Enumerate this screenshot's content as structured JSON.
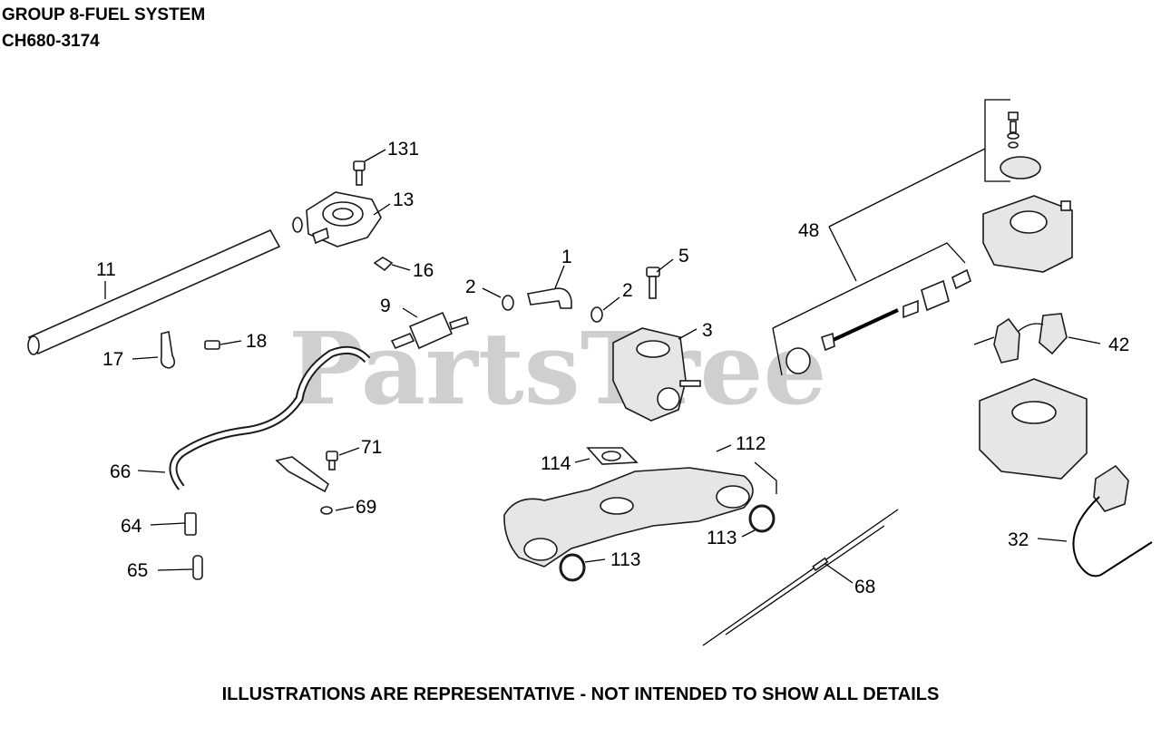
{
  "header": {
    "title": "GROUP 8-FUEL SYSTEM",
    "model": "CH680-3174"
  },
  "watermark": "PartsTree",
  "footer": "ILLUSTRATIONS ARE REPRESENTATIVE - NOT INTENDED TO SHOW ALL DETAILS",
  "callouts": {
    "c131": "131",
    "c13": "13",
    "c11": "11",
    "c16": "16",
    "c1": "1",
    "c5": "5",
    "c2a": "2",
    "c2b": "2",
    "c9": "9",
    "c3": "3",
    "c48": "48",
    "c17": "17",
    "c18": "18",
    "c42": "42",
    "c66": "66",
    "c71": "71",
    "c114": "114",
    "c112": "112",
    "c64": "64",
    "c69": "69",
    "c113a": "113",
    "c113b": "113",
    "c32": "32",
    "c65": "65",
    "c68": "68"
  }
}
